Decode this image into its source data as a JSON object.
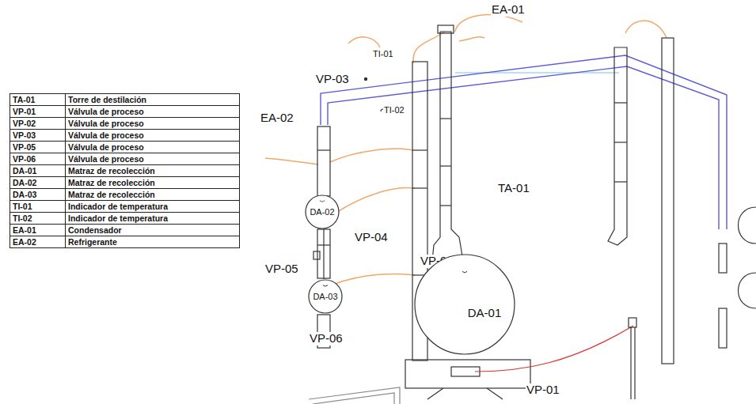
{
  "diagram": {
    "nodes": [
      {
        "text": [
          "DA-02"
        ]
      },
      {
        "text": [
          "DA-03"
        ]
      },
      {
        "text": [
          "DA-01"
        ]
      }
    ],
    "edges": [
      {
        "from": 0,
        "to": 1,
        "arrow": "none"
      }
    ],
    "labels": [
      "TA-01",
      "Torre de destilación",
      "VP-01",
      "Válvula de proceso",
      "VP-02",
      "Válvula de proceso",
      "VP-03",
      "Válvula de proceso",
      "VP-05",
      "Válvula de proceso",
      "VP-06",
      "Válvula de proceso",
      "DA-01",
      "Matraz de recolección",
      "DA-02",
      "Matraz de recolección",
      "DA-03",
      "Matraz de recolección",
      "TI-01",
      "Indicador de temperatura",
      "TI-02",
      "Indicador de temperatura",
      "EA-01",
      "Condensador",
      "EA-02",
      "Refrigerante",
      "EA-01",
      "TI-01",
      "VP-03",
      "EA-02",
      "TI-02",
      "TA-01",
      "VP-04",
      "VP-02",
      "VP-05",
      "VP-06",
      "VP-01"
    ]
  }
}
